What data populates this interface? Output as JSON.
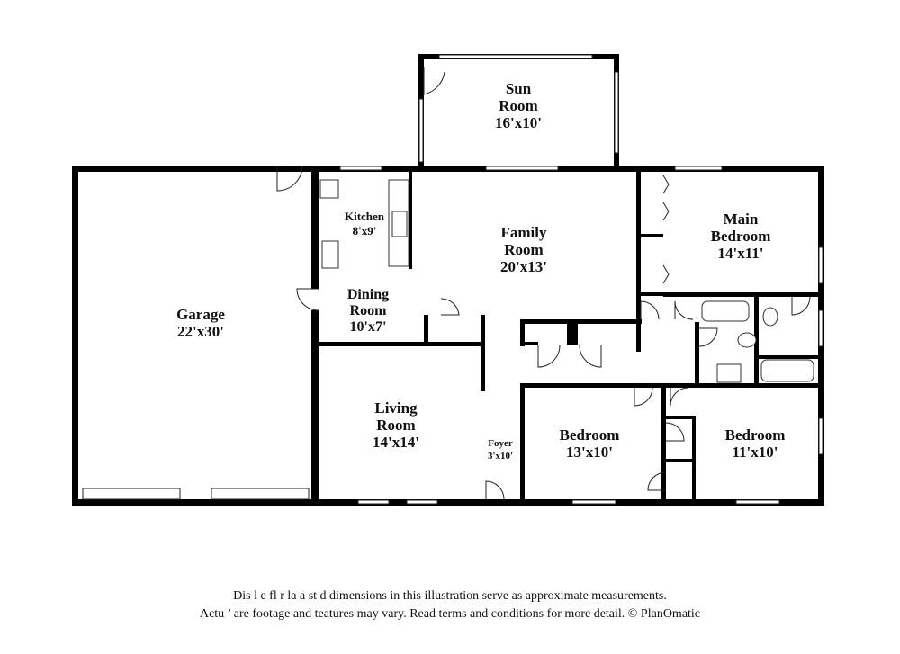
{
  "rooms": {
    "sun_room": {
      "line1": "Sun",
      "line2": "Room",
      "dims": "16'x10'"
    },
    "main_bedroom": {
      "line1": "Main",
      "line2": "Bedroom",
      "dims": "14'x11'"
    },
    "kitchen": {
      "line1": "Kitchen",
      "dims": "8'x9'"
    },
    "family_room": {
      "line1": "Family",
      "line2": "Room",
      "dims": "20'x13'"
    },
    "garage": {
      "line1": "Garage",
      "dims": "22'x30'"
    },
    "dining_room": {
      "line1": "Dining",
      "line2": "Room",
      "dims": "10'x7'"
    },
    "living_room": {
      "line1": "Living",
      "line2": "Room",
      "dims": "14'x14'"
    },
    "foyer": {
      "line1": "Foyer",
      "dims": "3'x10'"
    },
    "bedroom_2": {
      "line1": "Bedroom",
      "dims": "13'x10'"
    },
    "bedroom_3": {
      "line1": "Bedroom",
      "dims": "11'x10'"
    }
  },
  "disclaimer": {
    "line1": "Dis        l   e fl  r  la  a   st   d dimensions in this illustration serve as approximate measurements.",
    "line2": "Actu   ’   are footage and teatures may vary. Read terms and conditions for more detail. © PlanOmatic"
  }
}
